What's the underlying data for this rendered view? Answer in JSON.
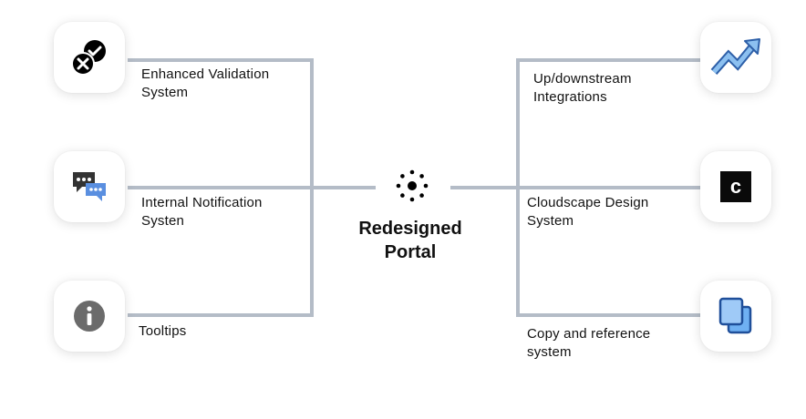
{
  "center": {
    "title_line1": "Redesigned",
    "title_line2": "Portal",
    "icon": "dot-cluster-icon"
  },
  "left_items": [
    {
      "line1": "Enhanced Validation",
      "line2": "System",
      "icon": "validation-check-x-icon"
    },
    {
      "line1": "Internal Notification",
      "line2": "Systen",
      "icon": "chat-bubbles-icon"
    },
    {
      "line1": "Tooltips",
      "line2": "",
      "icon": "info-icon"
    }
  ],
  "right_items": [
    {
      "line1": "Up/downstream",
      "line2": "Integrations",
      "icon": "trend-arrow-icon"
    },
    {
      "line1": "Cloudscape Design",
      "line2": "System",
      "icon": "cloudscape-logo-icon",
      "glyph": "c"
    },
    {
      "line1": "Copy and reference",
      "line2": "system",
      "icon": "copy-icon"
    }
  ],
  "colors": {
    "connector": "#b4bcc7",
    "trend_blue": "#6aa7e6",
    "copy_blue": "#6fb0f2",
    "copy_border": "#1f4f9a"
  }
}
